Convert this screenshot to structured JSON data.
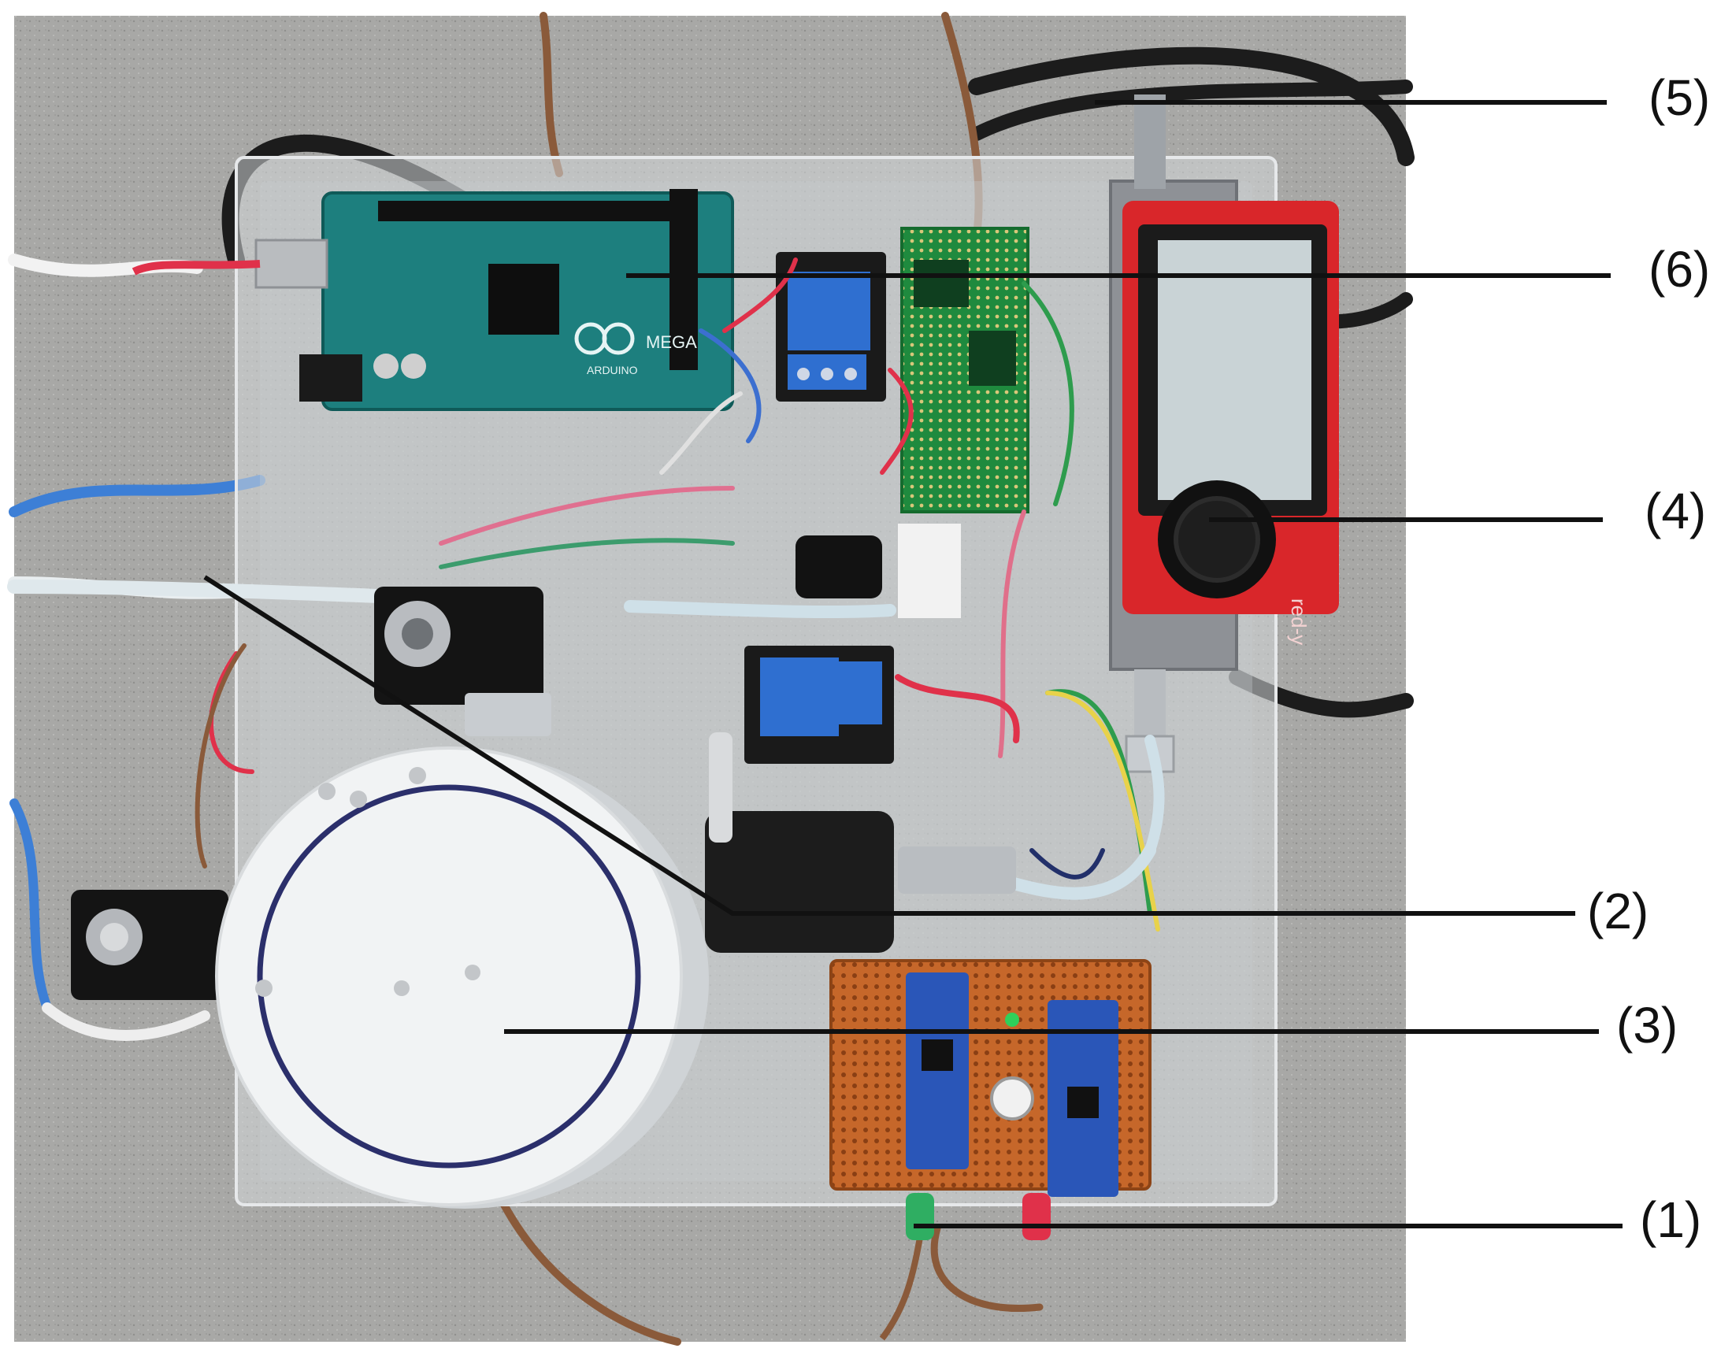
{
  "callouts": [
    {
      "id": "1",
      "label": "(1)"
    },
    {
      "id": "2",
      "label": "(2)"
    },
    {
      "id": "3",
      "label": "(3)"
    },
    {
      "id": "4",
      "label": "(4)"
    },
    {
      "id": "5",
      "label": "(5)"
    },
    {
      "id": "6",
      "label": "(6)"
    }
  ],
  "colors": {
    "background": "#ffffff",
    "table_surface": "#a7a7a5",
    "acrylic_plate": "#cfd2d4",
    "pcb_teal": "#1d7f7e",
    "relay_blue": "#2f6fd0",
    "perfboard_orange": "#c96a2b",
    "flow_meter_red": "#d9262a",
    "callout_line": "#111111"
  },
  "photo": {
    "board_texts": {
      "arduino_logo": "MEGA",
      "arduino_brand": "ARDUINO",
      "flow_meter_brand": "red-y"
    }
  }
}
